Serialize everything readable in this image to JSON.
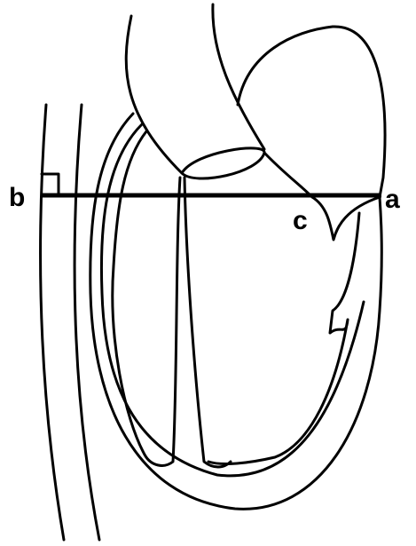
{
  "labels": {
    "a": "a",
    "b": "b",
    "c": "c"
  },
  "colors": {
    "stroke": "#000000",
    "background": "#ffffff"
  }
}
